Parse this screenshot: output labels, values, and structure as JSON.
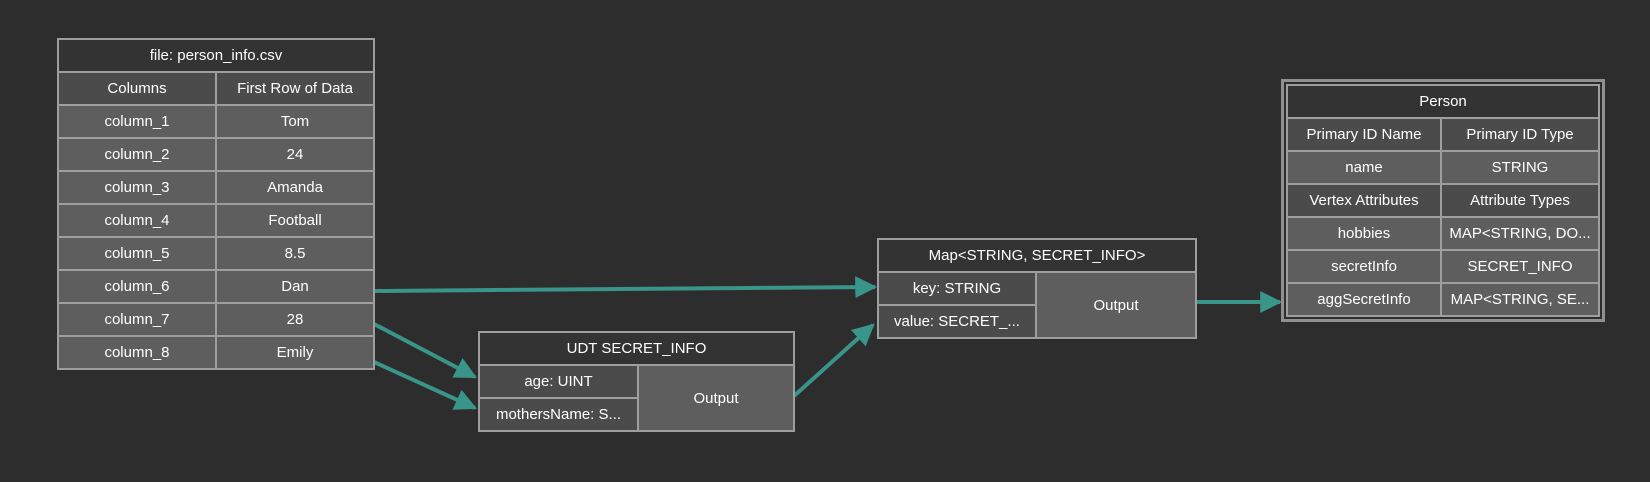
{
  "colors": {
    "background": "#2d2d2d",
    "node_title_bg": "#333333",
    "field_row_bg": "#4b4b4b",
    "data_row_bg": "#5e5e5e",
    "cell_border": "#9e9e9e",
    "arrow": "#39948a",
    "selection_frame": "#909090",
    "text": "#ffffff"
  },
  "file_table": {
    "title": "file: person_info.csv",
    "headers": [
      "Columns",
      "First Row of Data"
    ],
    "rows": [
      [
        "column_1",
        "Tom"
      ],
      [
        "column_2",
        "24"
      ],
      [
        "column_3",
        "Amanda"
      ],
      [
        "column_4",
        "Football"
      ],
      [
        "column_5",
        "8.5"
      ],
      [
        "column_6",
        "Dan"
      ],
      [
        "column_7",
        "28"
      ],
      [
        "column_8",
        "Emily"
      ]
    ]
  },
  "udt_table": {
    "title": "UDT SECRET_INFO",
    "fields": [
      "age: UINT",
      "mothersName: S..."
    ],
    "output_label": "Output"
  },
  "map_table": {
    "title": "Map<STRING, SECRET_INFO>",
    "fields": [
      "key: STRING",
      "value: SECRET_..."
    ],
    "output_label": "Output"
  },
  "person_table": {
    "title": "Person",
    "rows": [
      {
        "left": "Primary ID Name",
        "right": "Primary ID Type"
      },
      {
        "left": "name",
        "right": "STRING"
      },
      {
        "left": "Vertex Attributes",
        "right": "Attribute Types"
      },
      {
        "left": "hobbies",
        "right": "MAP<STRING, DO..."
      },
      {
        "left": "secretInfo",
        "right": "SECRET_INFO"
      },
      {
        "left": "aggSecretInfo",
        "right": "MAP<STRING, SE..."
      }
    ]
  },
  "edges": [
    {
      "from": "file.column_6",
      "to": "map.key"
    },
    {
      "from": "file.column_7",
      "to": "udt.age"
    },
    {
      "from": "file.column_8",
      "to": "udt.mothersName"
    },
    {
      "from": "udt.Output",
      "to": "map.value"
    },
    {
      "from": "map.Output",
      "to": "person.aggSecretInfo"
    }
  ]
}
